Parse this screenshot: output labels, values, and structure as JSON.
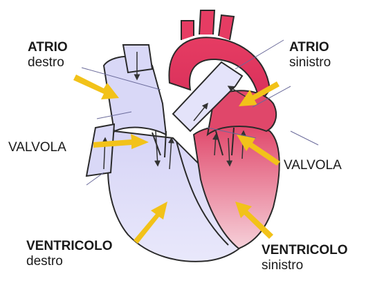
{
  "labels": {
    "right_atrium": {
      "title": "ATRIO",
      "sub": "destro"
    },
    "left_atrium": {
      "title": "ATRIO",
      "sub": "sinistro"
    },
    "valve_left_side": "VALVOLA",
    "valve_right_side": "VALVOLA",
    "right_ventricle": {
      "title": "VENTRICOLO",
      "sub": "destro"
    },
    "left_ventricle": {
      "title": "VENTRICOLO",
      "sub": "sinistro"
    }
  },
  "colors": {
    "deoxygenated": "#d9d8f7",
    "oxygenated": "#e0476a",
    "oxygenated_light": "#f2b9c6",
    "pointer_arrow": "#f2c219",
    "outline": "#2a2a2a",
    "flow_arrow": "#333333"
  }
}
